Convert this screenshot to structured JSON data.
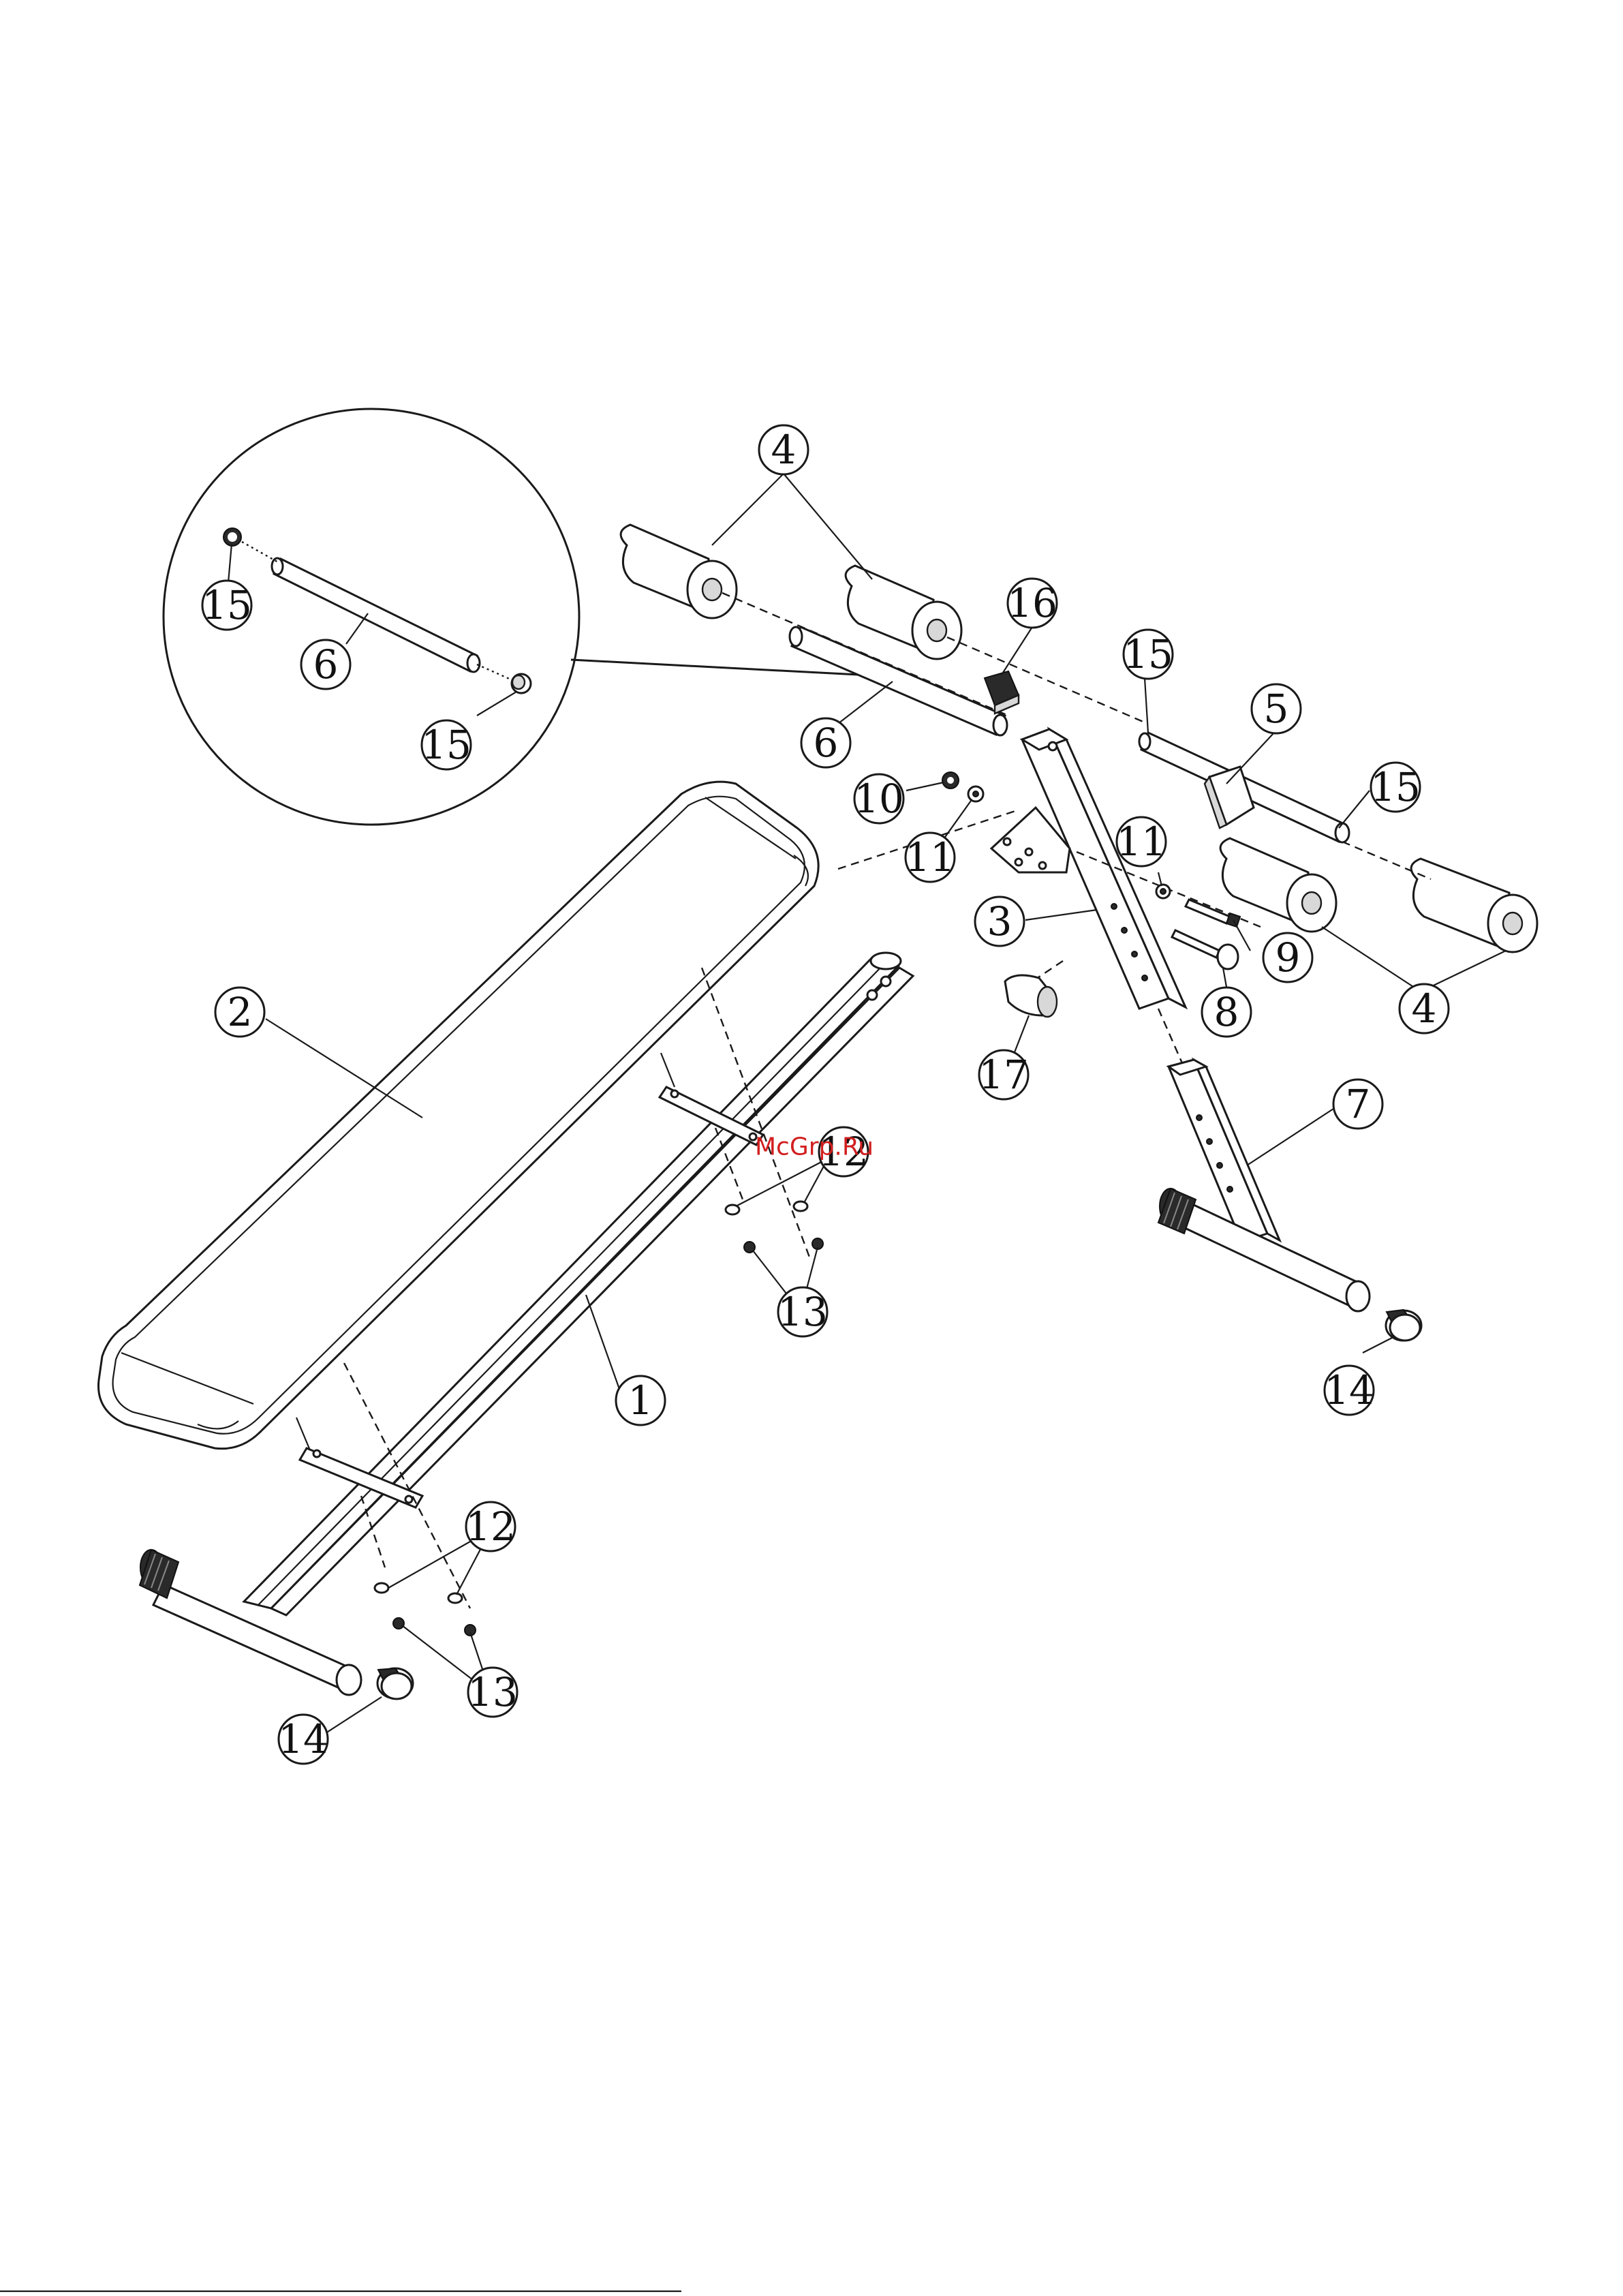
{
  "watermark": "McGrp.Ru",
  "callouts": {
    "c1": "1",
    "c2": "2",
    "c3": "3",
    "c4": "4",
    "c5": "5",
    "c6": "6",
    "c7": "7",
    "c8": "8",
    "c9": "9",
    "c10": "10",
    "c11": "11",
    "c12": "12",
    "c13": "13",
    "c14": "14",
    "c15": "15",
    "c16": "16",
    "c17": "17"
  },
  "colors": {
    "line": "#1a1a1a",
    "watermark": "#d21f1f",
    "background": "#ffffff"
  }
}
